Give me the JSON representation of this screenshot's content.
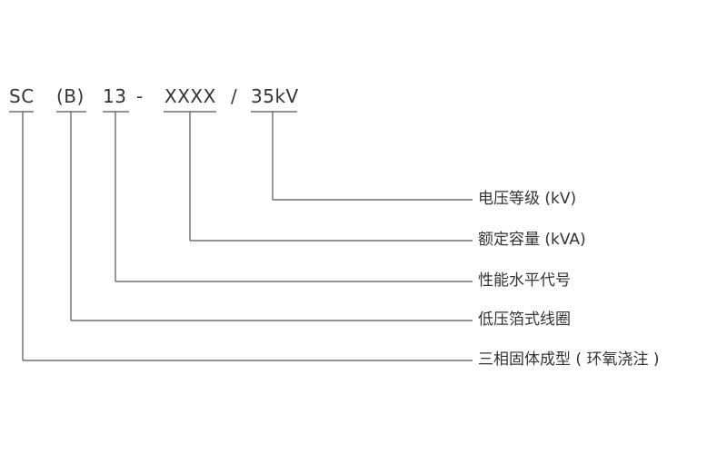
{
  "code_parts": {
    "sc": "SC",
    "b": "(B)",
    "level": "13",
    "dash": "-",
    "capacity": "XXXX",
    "slash": "/",
    "voltage": "35kV"
  },
  "descriptions": {
    "voltage_level": "电压等级 (kV)",
    "rated_capacity": "额定容量 (kVA)",
    "performance_level": "性能水平代号",
    "foil_winding": "低压箔式线圈",
    "cast_resin": "三相固体成型 ( 环氧浇注 )"
  },
  "colors": {
    "text": "#333333",
    "line": "#555555"
  }
}
